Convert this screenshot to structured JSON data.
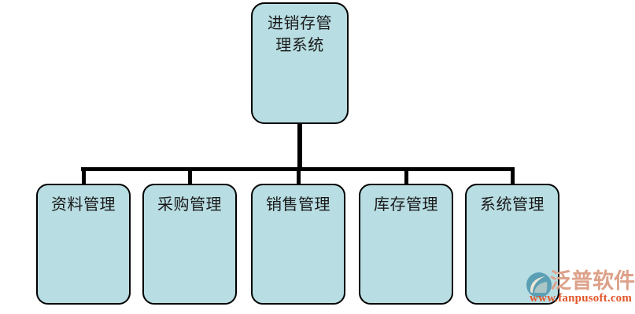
{
  "diagram": {
    "title": "进销存管理系统",
    "root": {
      "label": "进销存管\n理系统",
      "plain_label": "进销存管理系统"
    },
    "children": [
      {
        "label": "资料管理"
      },
      {
        "label": "采购管理"
      },
      {
        "label": "销售管理"
      },
      {
        "label": "库存管理"
      },
      {
        "label": "系统管理"
      }
    ],
    "colors": {
      "node_fill": "#b8dde2",
      "node_border": "#000000",
      "connector": "#000000",
      "text": "#1a1a1a",
      "background": "#ffffff"
    }
  },
  "watermark": {
    "brand": "泛普软件",
    "url": "www.fanpusoft.com",
    "logo_icon": "fanpu-circle-swoosh-icon",
    "colors": {
      "brand": "#dda189",
      "url": "#e2562a",
      "logo_circle": "#5b9fb5",
      "logo_swoosh": "#e9e2cf"
    }
  }
}
